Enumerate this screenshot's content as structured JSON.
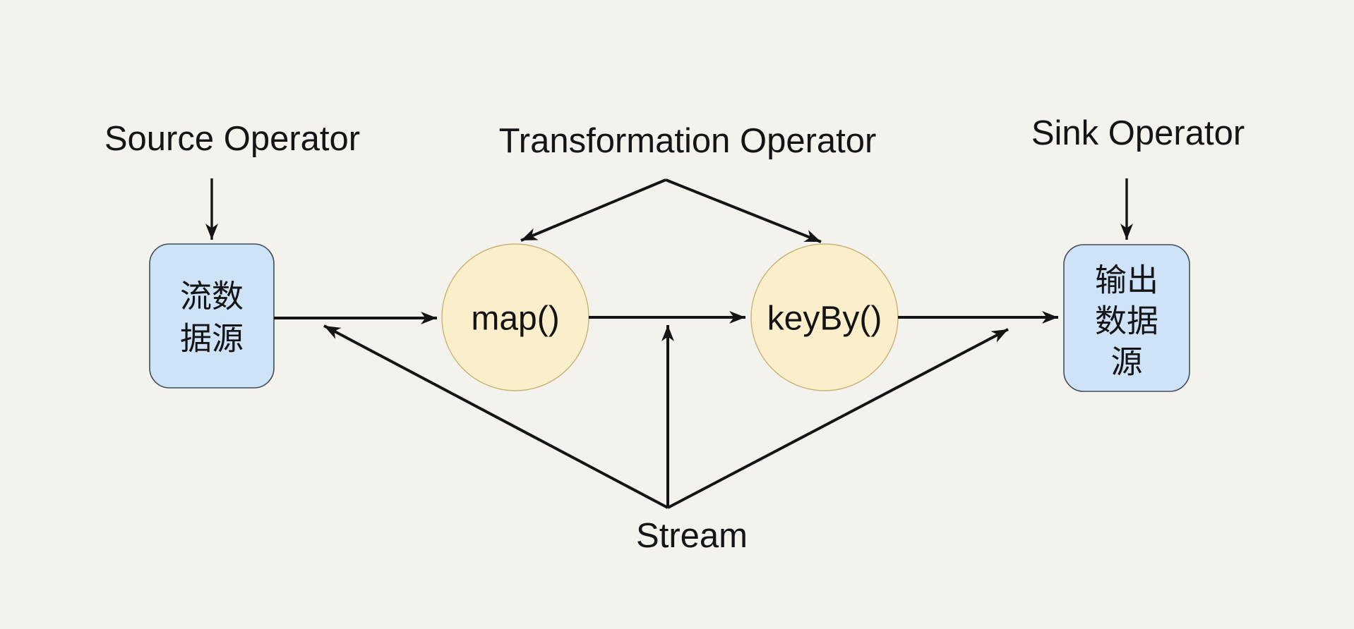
{
  "canvas": {
    "background": "#f4f2ec",
    "line_color": "#141414"
  },
  "labels": {
    "source_operator": "Source Operator",
    "transformation_operator": "Transformation Operator",
    "sink_operator": "Sink Operator",
    "stream": "Stream"
  },
  "nodes": {
    "source_box": {
      "lines": [
        "流数",
        "据源"
      ],
      "fill": "#cfe3f8",
      "stroke": "#3f4e5a"
    },
    "map_circle": {
      "label": "map()",
      "fill": "#fbeeca",
      "stroke": "#c9b274"
    },
    "keyby_circle": {
      "label": "keyBy()",
      "fill": "#fbeeca",
      "stroke": "#c9b274"
    },
    "sink_box": {
      "lines": [
        "输出",
        "数据",
        "源"
      ],
      "fill": "#cfe3f8",
      "stroke": "#3f4e5a"
    }
  },
  "edges": {
    "source_label_to_source_box": "Source Operator → 流数据源",
    "transformation_label_to_map": "Transformation Operator → map()",
    "transformation_label_to_keyby": "Transformation Operator → keyBy()",
    "sink_label_to_sink_box": "Sink Operator → 输出数据源",
    "source_box_to_map": "流数据源 → map()",
    "map_to_keyby": "map() → keyBy()",
    "keyby_to_sink_box": "keyBy() → 输出数据源",
    "stream_to_source_edge": "Stream → edge near 流数据源",
    "stream_to_middle_edge": "Stream → edge between map() and keyBy()",
    "stream_to_sink_edge": "Stream → edge near 输出数据源"
  }
}
